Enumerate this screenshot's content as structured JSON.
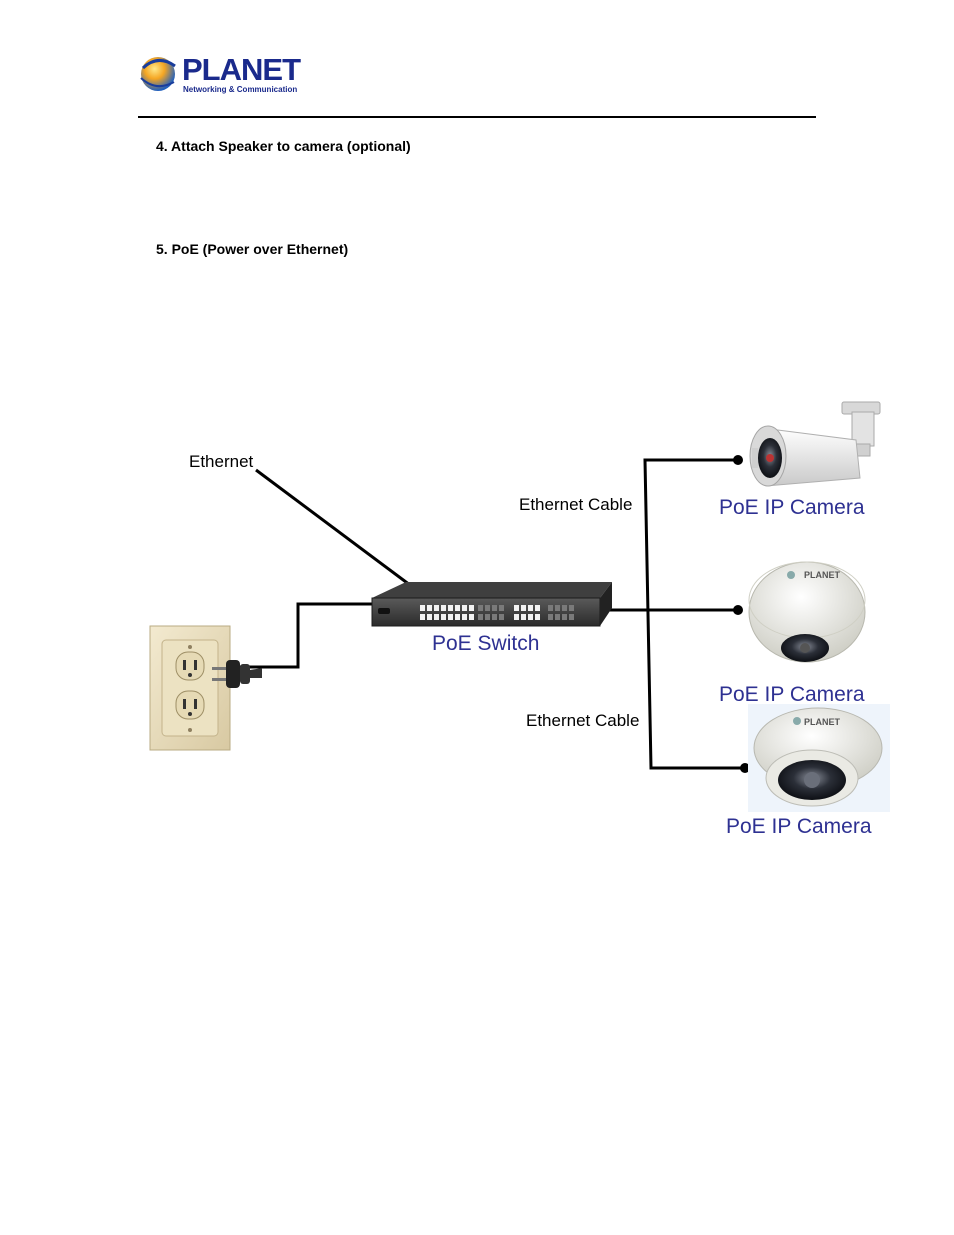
{
  "header": {
    "logo_word": "PLANET",
    "logo_tagline": "Networking & Communication"
  },
  "sections": [
    {
      "heading": "4. Attach Speaker to camera (optional)"
    },
    {
      "heading": "5. PoE (Power over Ethernet)"
    }
  ],
  "diagram": {
    "ethernet_label": "Ethernet",
    "cable_label_top": "Ethernet Cable",
    "cable_label_bottom": "Ethernet Cable",
    "switch_label": "PoE Switch",
    "camera_labels": [
      "PoE IP Camera",
      "PoE IP Camera",
      "PoE IP Camera"
    ],
    "camera_brand": "PLANET"
  },
  "colors": {
    "label_blue": "#2e3192",
    "logo_blue": "#1a2a8c",
    "line": "#000000"
  }
}
